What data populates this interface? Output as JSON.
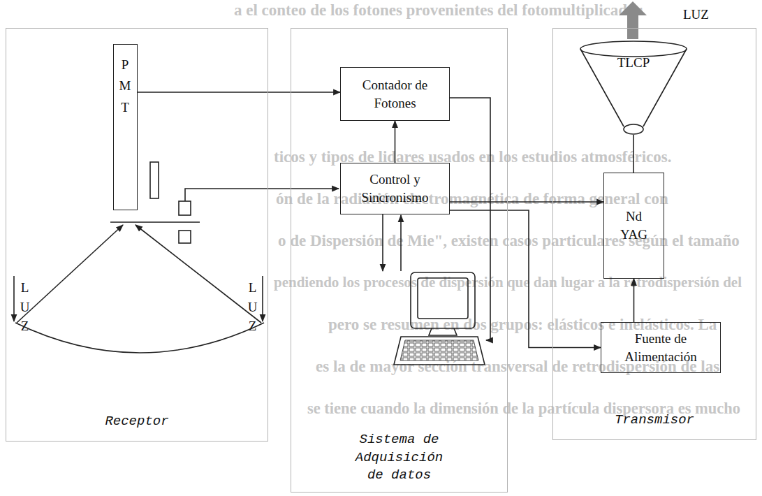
{
  "diagram": {
    "nodes": [
      {
        "text": [
          "Receptor"
        ]
      },
      {
        "text": [
          "P M T"
        ],
        "in": 0
      },
      {
        "text": [
          "Sistema de Adquisición de datos"
        ]
      },
      {
        "text": [
          "Contador de Fotones"
        ],
        "in": 2
      },
      {
        "text": [
          "Control y Sincronismo"
        ],
        "in": 2
      },
      {
        "text": [
          "Transmisor"
        ]
      },
      {
        "text": [
          "TLCP"
        ],
        "in": 5
      },
      {
        "text": [
          "Nd YAG"
        ],
        "in": 5
      },
      {
        "text": [
          "Fuente de Alimentación"
        ],
        "in": 5
      }
    ],
    "edges": [
      {
        "from": 1,
        "to": 3,
        "arrow": "to"
      },
      {
        "from": 4,
        "to": 3,
        "arrow": "to"
      },
      {
        "from": 4,
        "to": 7,
        "arrow": "to"
      },
      {
        "from": 4,
        "to": 8,
        "arrow": "to"
      },
      {
        "from": 8,
        "to": 7,
        "arrow": "to"
      },
      {
        "from": 7,
        "to": 6,
        "arrow": "none"
      }
    ],
    "labels": [
      "LUZ",
      "L U Z",
      "L U Z",
      "a el conteo de los fotones provenientes del fotomultiplicador.",
      "ticos y tipos de lidares usados en los estudios atmosféricos.",
      "ón de la radiación electromagnética de forma general con",
      "o de Dispersión de Mie\", existen casos particulares según el tamaño",
      "pendiendo los procesos de dispersión que dan lugar a la retrodispersión del",
      "pero se resumen en dos grupos: elásticos e inelásticos. La",
      "es la de mayor sección transversal de retrodispersión de las",
      "se tiene cuando la dimensión de la partícula dispersora es mucho"
    ]
  }
}
